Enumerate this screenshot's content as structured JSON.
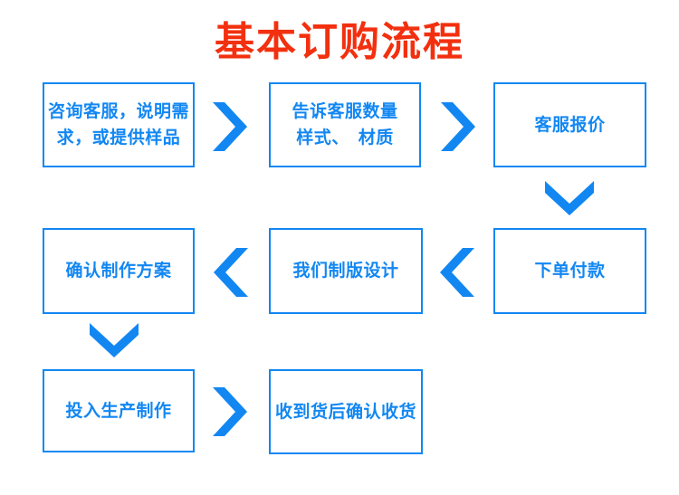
{
  "title": "基本订购流程",
  "colors": {
    "accent_blue": "#1287f2",
    "title_red": "#f2300f",
    "background": "#ffffff"
  },
  "steps": [
    {
      "label": "咨询客服，说明需\n求，或提供样品"
    },
    {
      "label": "告诉客服数量\n样式、　材质"
    },
    {
      "label": "客服报价"
    },
    {
      "label": "下单付款"
    },
    {
      "label": "我们制版设计"
    },
    {
      "label": "确认制作方案"
    },
    {
      "label": "投入生产制作"
    },
    {
      "label": "收到货后确认收货"
    }
  ],
  "arrows": [
    {
      "from": 1,
      "to": 2,
      "direction": "right"
    },
    {
      "from": 2,
      "to": 3,
      "direction": "right"
    },
    {
      "from": 3,
      "to": 4,
      "direction": "down"
    },
    {
      "from": 4,
      "to": 5,
      "direction": "left"
    },
    {
      "from": 5,
      "to": 6,
      "direction": "left"
    },
    {
      "from": 6,
      "to": 7,
      "direction": "down"
    },
    {
      "from": 7,
      "to": 8,
      "direction": "right"
    }
  ]
}
